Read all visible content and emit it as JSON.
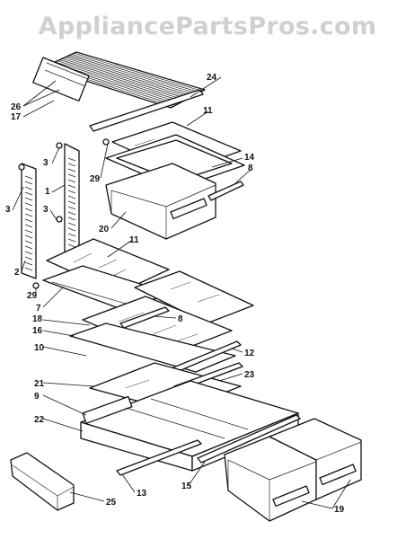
{
  "watermark": "AppliancePartsPros.com",
  "labels": {
    "l26": "26",
    "l17": "17",
    "l24": "24",
    "l11a": "11",
    "l14": "14",
    "l8a": "8",
    "l29a": "29",
    "l20": "20",
    "l3a": "3",
    "l1": "1",
    "l3b": "3",
    "l3c": "3",
    "l2": "2",
    "l11b": "11",
    "l29b": "29",
    "l7": "7",
    "l18": "18",
    "l16": "16",
    "l8b": "8",
    "l12": "12",
    "l10": "10",
    "l21": "21",
    "l23": "23",
    "l9": "9",
    "l22": "22",
    "l13": "13",
    "l15": "15",
    "l25": "25",
    "l19": "19"
  }
}
